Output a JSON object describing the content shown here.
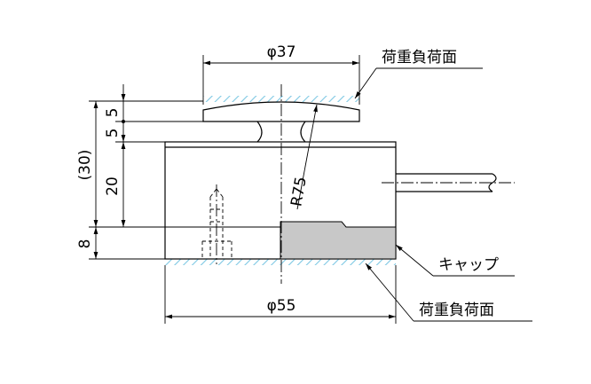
{
  "dimensions": {
    "top_diameter": "φ37",
    "bottom_diameter": "φ55",
    "radius": "R75",
    "height_total": "(30)",
    "height_cap": "5",
    "height_neck": "5",
    "height_body": "20",
    "height_base": "8"
  },
  "labels": {
    "load_surface_top": "荷重負荷面",
    "load_surface_bottom": "荷重負荷面",
    "cap": "キャップ"
  },
  "colors": {
    "hatch": "#7ec8e3",
    "cap_fill": "#c8c8c8",
    "line": "#000000"
  }
}
